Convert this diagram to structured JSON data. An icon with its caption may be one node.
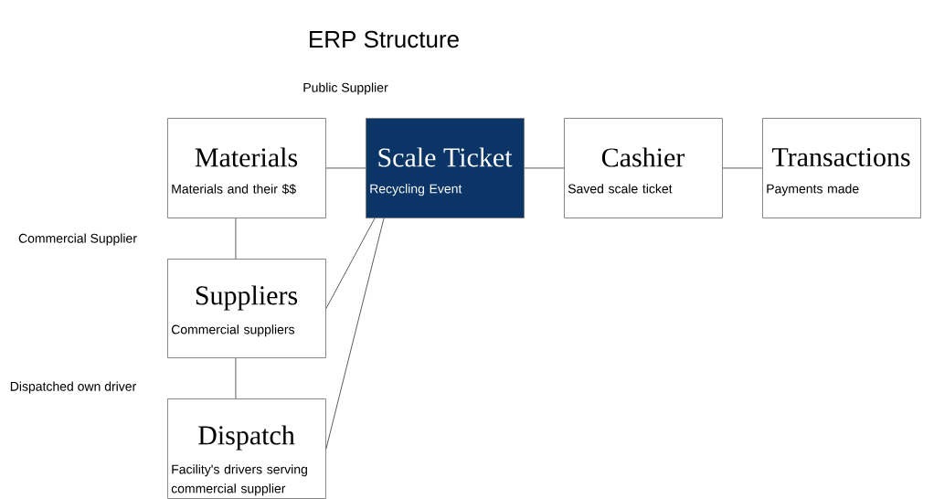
{
  "diagram": {
    "title": "ERP Structure",
    "nodes": [
      {
        "text": [
          "Materials",
          "Materials and their $$"
        ]
      },
      {
        "text": [
          "Scale Ticket",
          "Recycling Event"
        ]
      },
      {
        "text": [
          "Cashier",
          "Saved scale ticket"
        ]
      },
      {
        "text": [
          "Transactions",
          "Payments made"
        ]
      },
      {
        "text": [
          "Suppliers",
          "Commercial suppliers"
        ]
      },
      {
        "text": [
          "Dispatch",
          "Facility's drivers serving commercial supplier"
        ]
      }
    ],
    "edges": [
      {
        "from": 0,
        "to": 1,
        "arrow": "none"
      },
      {
        "from": 1,
        "to": 2,
        "arrow": "none"
      },
      {
        "from": 2,
        "to": 3,
        "arrow": "none"
      },
      {
        "from": 0,
        "to": 4,
        "arrow": "none"
      },
      {
        "from": 4,
        "to": 1,
        "arrow": "none"
      },
      {
        "from": 4,
        "to": 5,
        "arrow": "none"
      },
      {
        "from": 5,
        "to": 1,
        "arrow": "none"
      }
    ],
    "labels": [
      "Public Supplier",
      "Commercial Supplier",
      "Dispatched own driver"
    ]
  }
}
